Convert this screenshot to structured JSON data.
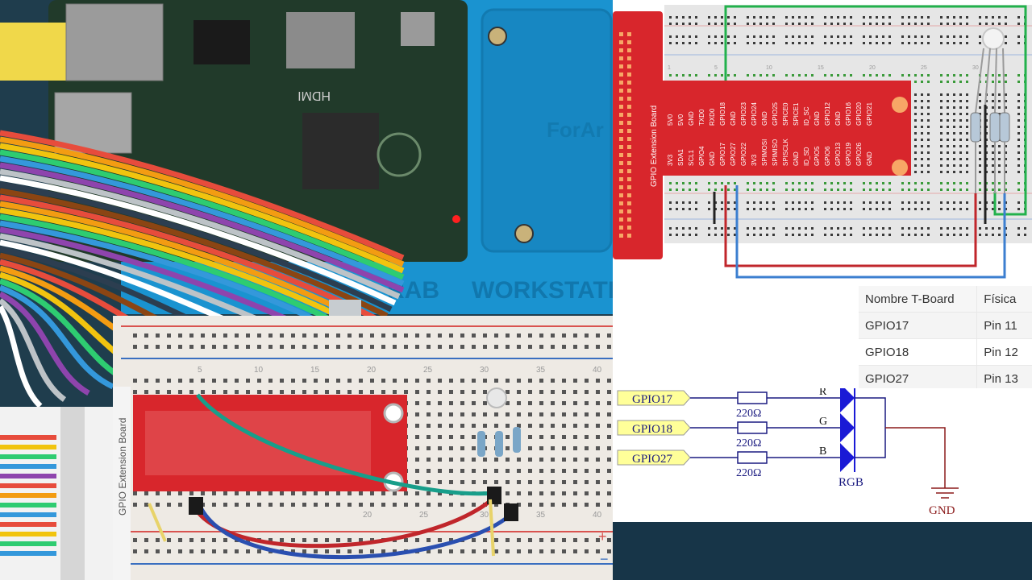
{
  "photo": {
    "case_text": "ForAr",
    "workstation_text": "WORKSTATION",
    "lab_text": "RAB",
    "board_label": "GPIO Extension Board",
    "hdmi_label": "HDMI",
    "ruler_numbers": [
      "5",
      "10",
      "15",
      "20",
      "25",
      "30",
      "35",
      "40"
    ],
    "ruler_numbers_bottom": [
      "20",
      "25",
      "30",
      "35",
      "40"
    ]
  },
  "wiring": {
    "board_title": "GPIO Extension Board",
    "top_pins": [
      "5V0",
      "5V0",
      "GND",
      "TXD0",
      "RXD0",
      "GPIO18",
      "GND",
      "GPIO23",
      "GPIO24",
      "GND",
      "GPIO25",
      "SPICE0",
      "SPICE1",
      "ID_SC",
      "GND",
      "GPIO12",
      "GND",
      "GPIO16",
      "GPIO20",
      "GPIO21"
    ],
    "bottom_pins": [
      "3V3",
      "SDA1",
      "SCL1",
      "GPIO4",
      "GND",
      "GPIO17",
      "GPIO27",
      "GPIO22",
      "3V3",
      "SPIMOSI",
      "SPIMISO",
      "SPISCLK",
      "GND",
      "ID_SD",
      "GPIO5",
      "GPIO6",
      "GPIO13",
      "GPIO19",
      "GPIO26",
      "GND"
    ],
    "column_numbers": [
      "1",
      "5",
      "10",
      "15",
      "20",
      "25",
      "30"
    ]
  },
  "pin_table": {
    "headers": [
      "Nombre T-Board",
      "Física"
    ],
    "rows": [
      [
        "GPIO17",
        "Pin 11"
      ],
      [
        "GPIO18",
        "Pin 12"
      ],
      [
        "GPIO27",
        "Pin 13"
      ]
    ]
  },
  "schematic": {
    "inputs": [
      "GPIO17",
      "GPIO18",
      "GPIO27"
    ],
    "resistor_label": "220Ω",
    "channels": [
      "R",
      "G",
      "B"
    ],
    "led_label": "RGB",
    "ground_label": "GND"
  },
  "colors": {
    "case_blue": "#1a93d0",
    "extension_red": "#d8262c",
    "wire_green": "#22b14c",
    "wire_red": "#c0262b",
    "wire_blue": "#3c7fd0",
    "schematic_blue": "#1a1ad6",
    "gpio_tag_yellow": "#ffff99"
  }
}
